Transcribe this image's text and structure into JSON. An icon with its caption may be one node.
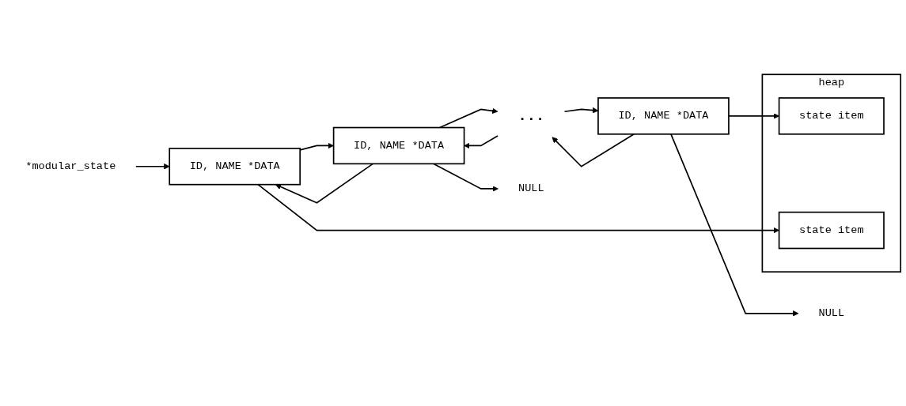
{
  "diagram": {
    "nodes": [
      {
        "text": [
          "*modular_state"
        ]
      },
      {
        "text": [
          "ID, NAME *DATA"
        ]
      },
      {
        "text": [
          "ID, NAME *DATA"
        ]
      },
      {
        "text": [
          "..."
        ]
      },
      {
        "text": [
          "ID, NAME *DATA"
        ]
      },
      {
        "text": [
          "NULL"
        ]
      },
      {
        "text": [
          "NULL"
        ]
      },
      {
        "text": [
          "heap"
        ]
      },
      {
        "text": [
          "state item"
        ],
        "in": 7
      },
      {
        "text": [
          "state item"
        ],
        "in": 7
      }
    ],
    "edges": [
      {
        "from": 0,
        "to": 1,
        "arrow": "to"
      },
      {
        "from": 1,
        "to": 2,
        "arrow": "to"
      },
      {
        "from": 2,
        "to": 1,
        "arrow": "to"
      },
      {
        "from": 2,
        "to": 5,
        "arrow": "to"
      },
      {
        "from": 2,
        "to": 3,
        "arrow": "to"
      },
      {
        "from": 3,
        "to": 2,
        "arrow": "to"
      },
      {
        "from": 3,
        "to": 4,
        "arrow": "to"
      },
      {
        "from": 4,
        "to": 3,
        "arrow": "to"
      },
      {
        "from": 4,
        "to": 6,
        "arrow": "to"
      },
      {
        "from": 4,
        "to": 8,
        "arrow": "to"
      },
      {
        "from": 1,
        "to": 9,
        "arrow": "to"
      }
    ]
  }
}
